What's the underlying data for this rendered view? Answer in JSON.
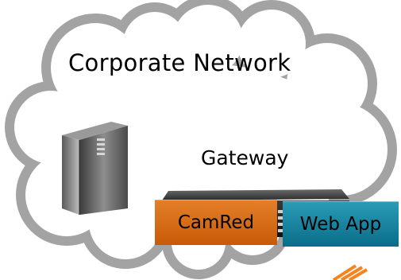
{
  "diagram": {
    "cloud_label": "Corporate Network",
    "gateway_label": "Gateway",
    "camred_label": "CamRed",
    "webapp_label": "Web App"
  },
  "icons": {
    "server": "server-tower-icon",
    "appliance": "network-appliance-icon",
    "cloud": "cloud-shape",
    "logo_mark": "orange-chevron-mark"
  },
  "colors": {
    "cloud_outline": "#a3a3a3",
    "camred": "#d96e14",
    "webapp": "#1a87a3",
    "accent": "#f5841f"
  }
}
